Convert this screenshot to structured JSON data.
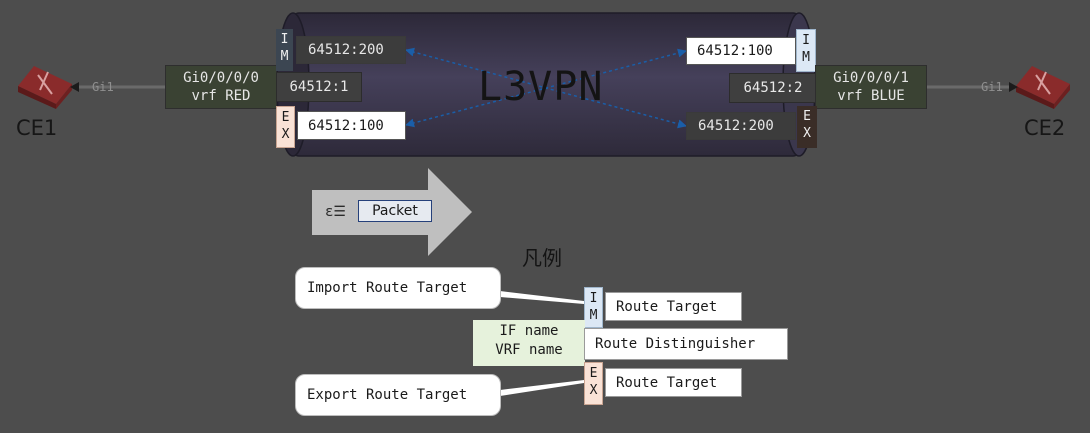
{
  "tunnel": {
    "title": "L3VPN"
  },
  "left_pe": {
    "if_name": "Gi0/0/0/0",
    "vrf_name": "vrf RED",
    "rd": "64512:1",
    "import_rt": "64512:200",
    "export_rt": "64512:100",
    "import_tag": [
      "I",
      "M"
    ],
    "export_tag": [
      "E",
      "X"
    ]
  },
  "right_pe": {
    "if_name": "Gi0/0/0/1",
    "vrf_name": "vrf BLUE",
    "rd": "64512:2",
    "import_rt": "64512:100",
    "export_rt": "64512:200",
    "import_tag": [
      "I",
      "M"
    ],
    "export_tag": [
      "E",
      "X"
    ]
  },
  "ce1": {
    "label": "CE1",
    "link": "Gi1",
    "icon": "router-icon"
  },
  "ce2": {
    "label": "CE2",
    "link": "Gi1",
    "icon": "router-icon"
  },
  "packet": {
    "icon_text": "ε☰",
    "label": "Packet"
  },
  "legend": {
    "title": "凡例",
    "import_callout": "Import Route Target",
    "export_callout": "Export Route Target",
    "im_tag": [
      "I",
      "M"
    ],
    "ex_tag": [
      "E",
      "X"
    ],
    "import_rt_label": "Route Target",
    "export_rt_label": "Route Target",
    "if_name": "IF name",
    "vrf_name": "VRF name",
    "rd_label": "Route Distinguisher"
  },
  "colors": {
    "background": "#4d4d4d",
    "tunnel": "#3b374d",
    "import_tag": "#dce8f5",
    "export_tag": "#f9e2d6",
    "if_box_legend": "#e6f2dc",
    "arrow": "#1a5ea8",
    "router": "#8a2b2b"
  }
}
